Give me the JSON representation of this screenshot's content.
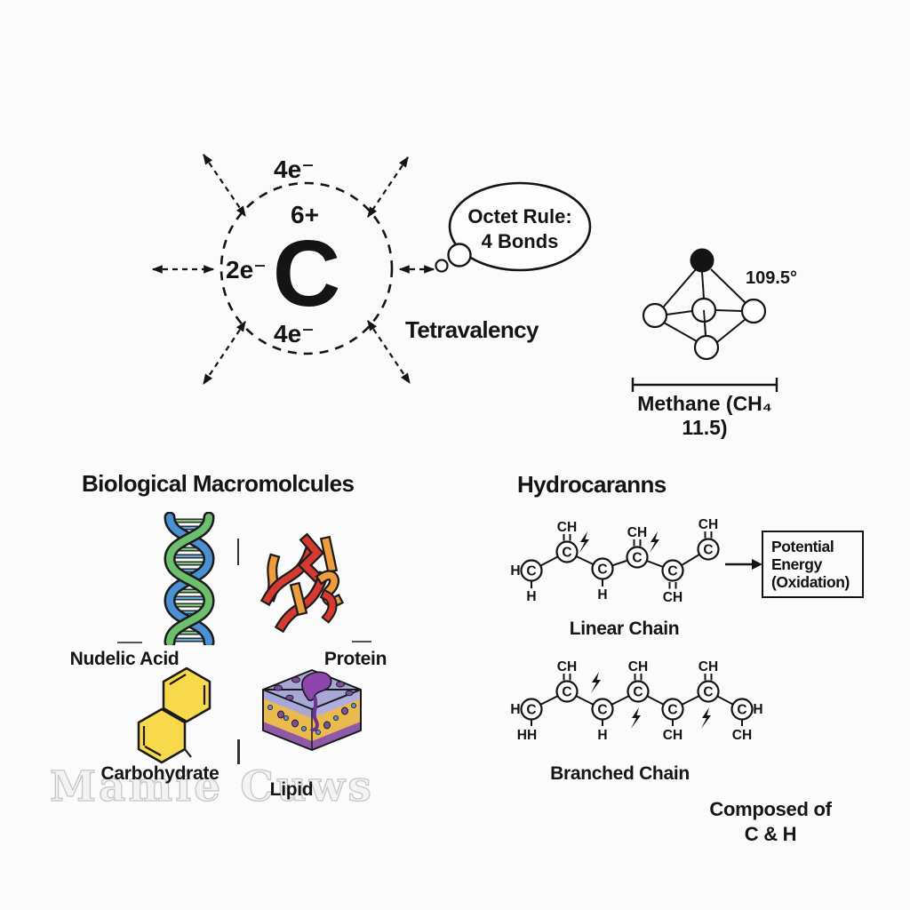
{
  "atom": {
    "electrons_top": "4e⁻",
    "charge": "6+",
    "symbol": "C",
    "electrons_left": "2e⁻",
    "electrons_bottom": "4e⁻"
  },
  "bubble": {
    "line1": "Octet Rule:",
    "line2": "4 Bonds"
  },
  "tetravalency_label": "Tetravalency",
  "methane": {
    "angle": "109.5°",
    "name_line1": "Methane (CH₄",
    "name_line2": "11.5)"
  },
  "bio": {
    "heading": "Biological Macromolcules",
    "nucleic_label": "Nudelic Acid",
    "protein_label": "Protein",
    "carb_label": "Carbohydrate",
    "lipid_label": "Lipid",
    "watermark": "Mamie Cuws"
  },
  "hydro": {
    "heading": "Hydrocaranns",
    "linear_label": "Linear Chain",
    "branched_label": "Branched Chain",
    "energy_line1": "Potential",
    "energy_line2": "Energy",
    "energy_line3": "(Oxidation)",
    "composed_line1": "Composed of",
    "composed_line2": "C & H",
    "c": "C",
    "h": "H",
    "hh": "HH",
    "ch": "CH"
  },
  "icons": {
    "dna": "dna-double-helix",
    "protein": "protein-ribbon-tangle",
    "carbohydrate": "fused-sugar-rings",
    "lipid": "membrane-bilayer-block",
    "bolt": "energy-bolt",
    "arrows": "electron-sharing-arrows"
  },
  "colors": {
    "ink": "#141414",
    "dna_blue": "#4a90d2",
    "dna_green": "#6cbf6c",
    "protein_red": "#d63a2e",
    "protein_orange": "#f09c3c",
    "carb_yellow": "#f8d94b",
    "lipid_lavender": "#a8a8d8",
    "lipid_orange": "#eaba4e",
    "lipid_purple": "#8e5aa8",
    "background": "#fbfbfb"
  }
}
